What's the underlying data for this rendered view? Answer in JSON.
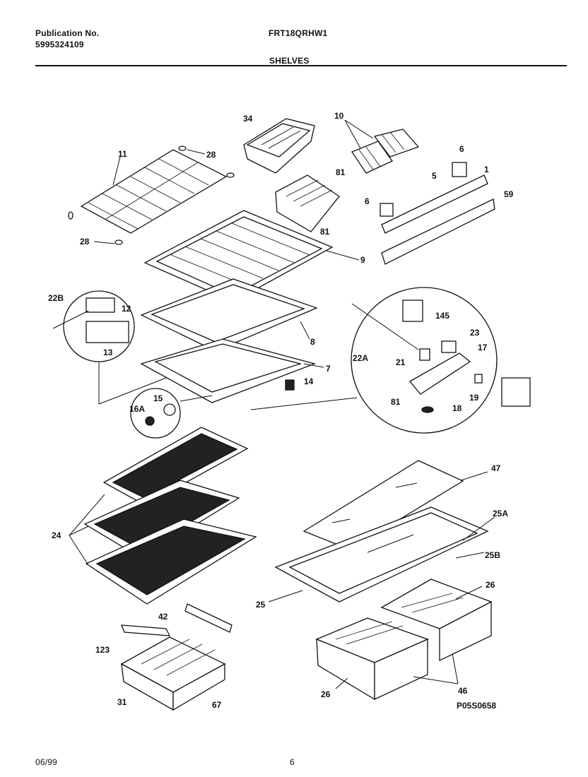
{
  "header": {
    "publication_label": "Publication No.",
    "publication_number": "5995324109",
    "model": "FRT18QRHW1",
    "section": "SHELVES"
  },
  "footer": {
    "date": "06/99",
    "page": "6",
    "diagram_code": "P05S0658"
  },
  "callouts": {
    "c34": "34",
    "c10": "10",
    "c11": "11",
    "c28a": "28",
    "c28b": "28",
    "c6a": "6",
    "c6b": "6",
    "c81a": "81",
    "c81b": "81",
    "c81c": "81",
    "c5": "5",
    "c1": "1",
    "c59": "59",
    "c9": "9",
    "c22b": "22B",
    "c12": "12",
    "c13": "13",
    "c8": "8",
    "c7": "7",
    "c14": "14",
    "c15": "15",
    "c16a": "16A",
    "c145": "145",
    "c23": "23",
    "c22a": "22A",
    "c17": "17",
    "c21": "21",
    "c18": "18",
    "c19": "19",
    "c47": "47",
    "c24": "24",
    "c25a": "25A",
    "c25b": "25B",
    "c25": "25",
    "c26a": "26",
    "c26b": "26",
    "c42": "42",
    "c123": "123",
    "c31": "31",
    "c67": "67",
    "c46": "46"
  }
}
